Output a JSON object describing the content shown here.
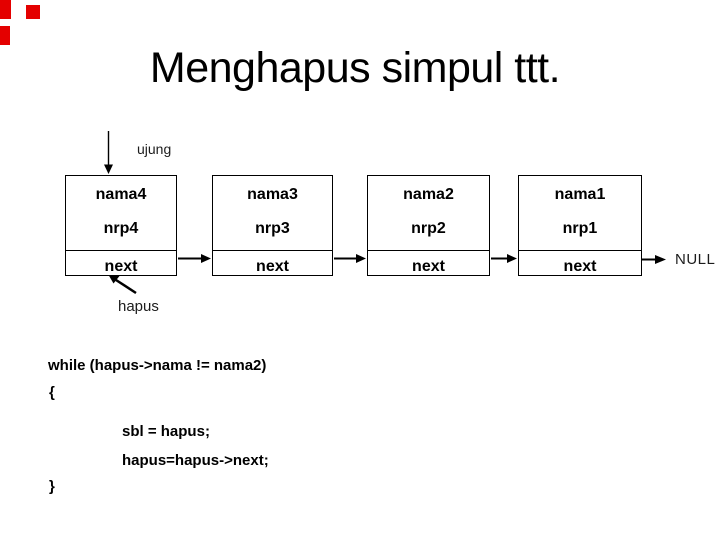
{
  "slide": {
    "title": "Menghapus simpul ttt.",
    "bg_color": "#ffffff",
    "text_color": "#000000",
    "accent_red": "#e40000"
  },
  "diagram": {
    "pointer_top_label": "ujung",
    "pointer_bottom_label": "hapus",
    "null_label": "NULL",
    "nodes": [
      {
        "nama": "nama4",
        "nrp": "nrp4",
        "next": "next"
      },
      {
        "nama": "nama3",
        "nrp": "nrp3",
        "next": "next"
      },
      {
        "nama": "nama2",
        "nrp": "nrp2",
        "next": "next"
      },
      {
        "nama": "nama1",
        "nrp": "nrp1",
        "next": "next"
      }
    ]
  },
  "code": {
    "lines": [
      "while (hapus->nama != nama2)",
      "{",
      "sbl = hapus;",
      "hapus=hapus->next;",
      "}"
    ]
  }
}
